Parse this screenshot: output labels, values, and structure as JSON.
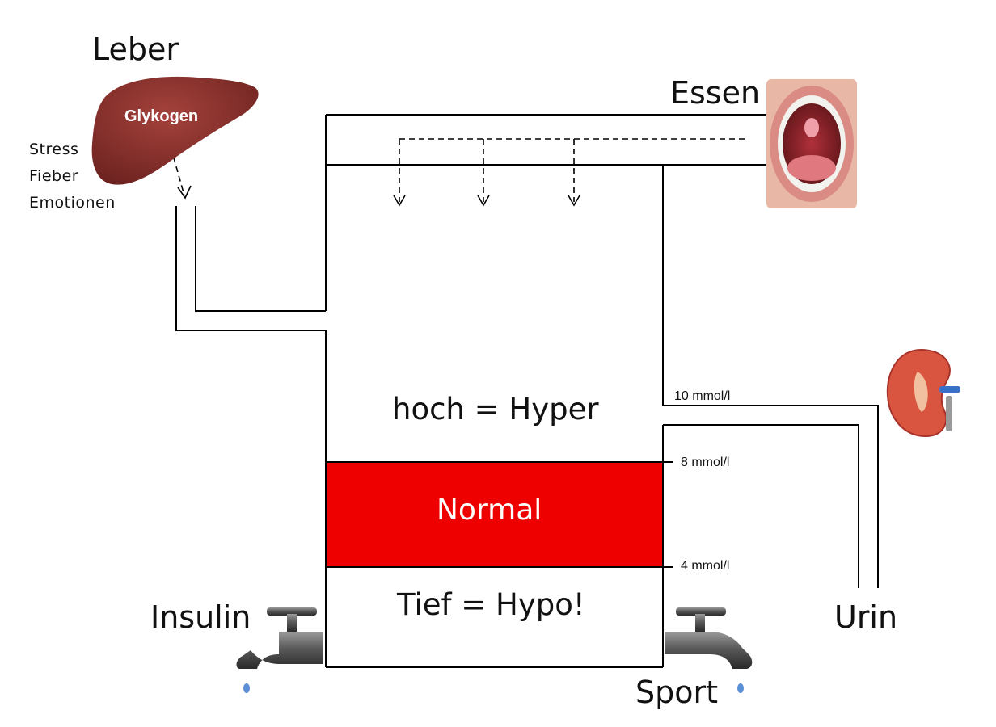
{
  "labels": {
    "leber": "Leber",
    "glykogen": "Glykogen",
    "stress": "Stress",
    "fieber": "Fieber",
    "emotionen": "Emotionen",
    "essen": "Essen",
    "hyper": "hoch = Hyper",
    "normal": "Normal",
    "hypo": "Tief = Hypo!",
    "insulin": "Insulin",
    "sport": "Sport",
    "urin": "Urin"
  },
  "levels": {
    "l10": "10 mmol/l",
    "l8": "8 mmol/l",
    "l4": "4 mmol/l"
  },
  "colors": {
    "normal_band": "#ee0000",
    "liver": "#8a2e2a",
    "lines": "#000000",
    "water_drop": "#5b8fd6"
  },
  "icons": [
    "liver-icon",
    "mouth-icon",
    "kidney-icon",
    "faucet-left-icon",
    "faucet-right-icon",
    "water-drop-icon"
  ]
}
